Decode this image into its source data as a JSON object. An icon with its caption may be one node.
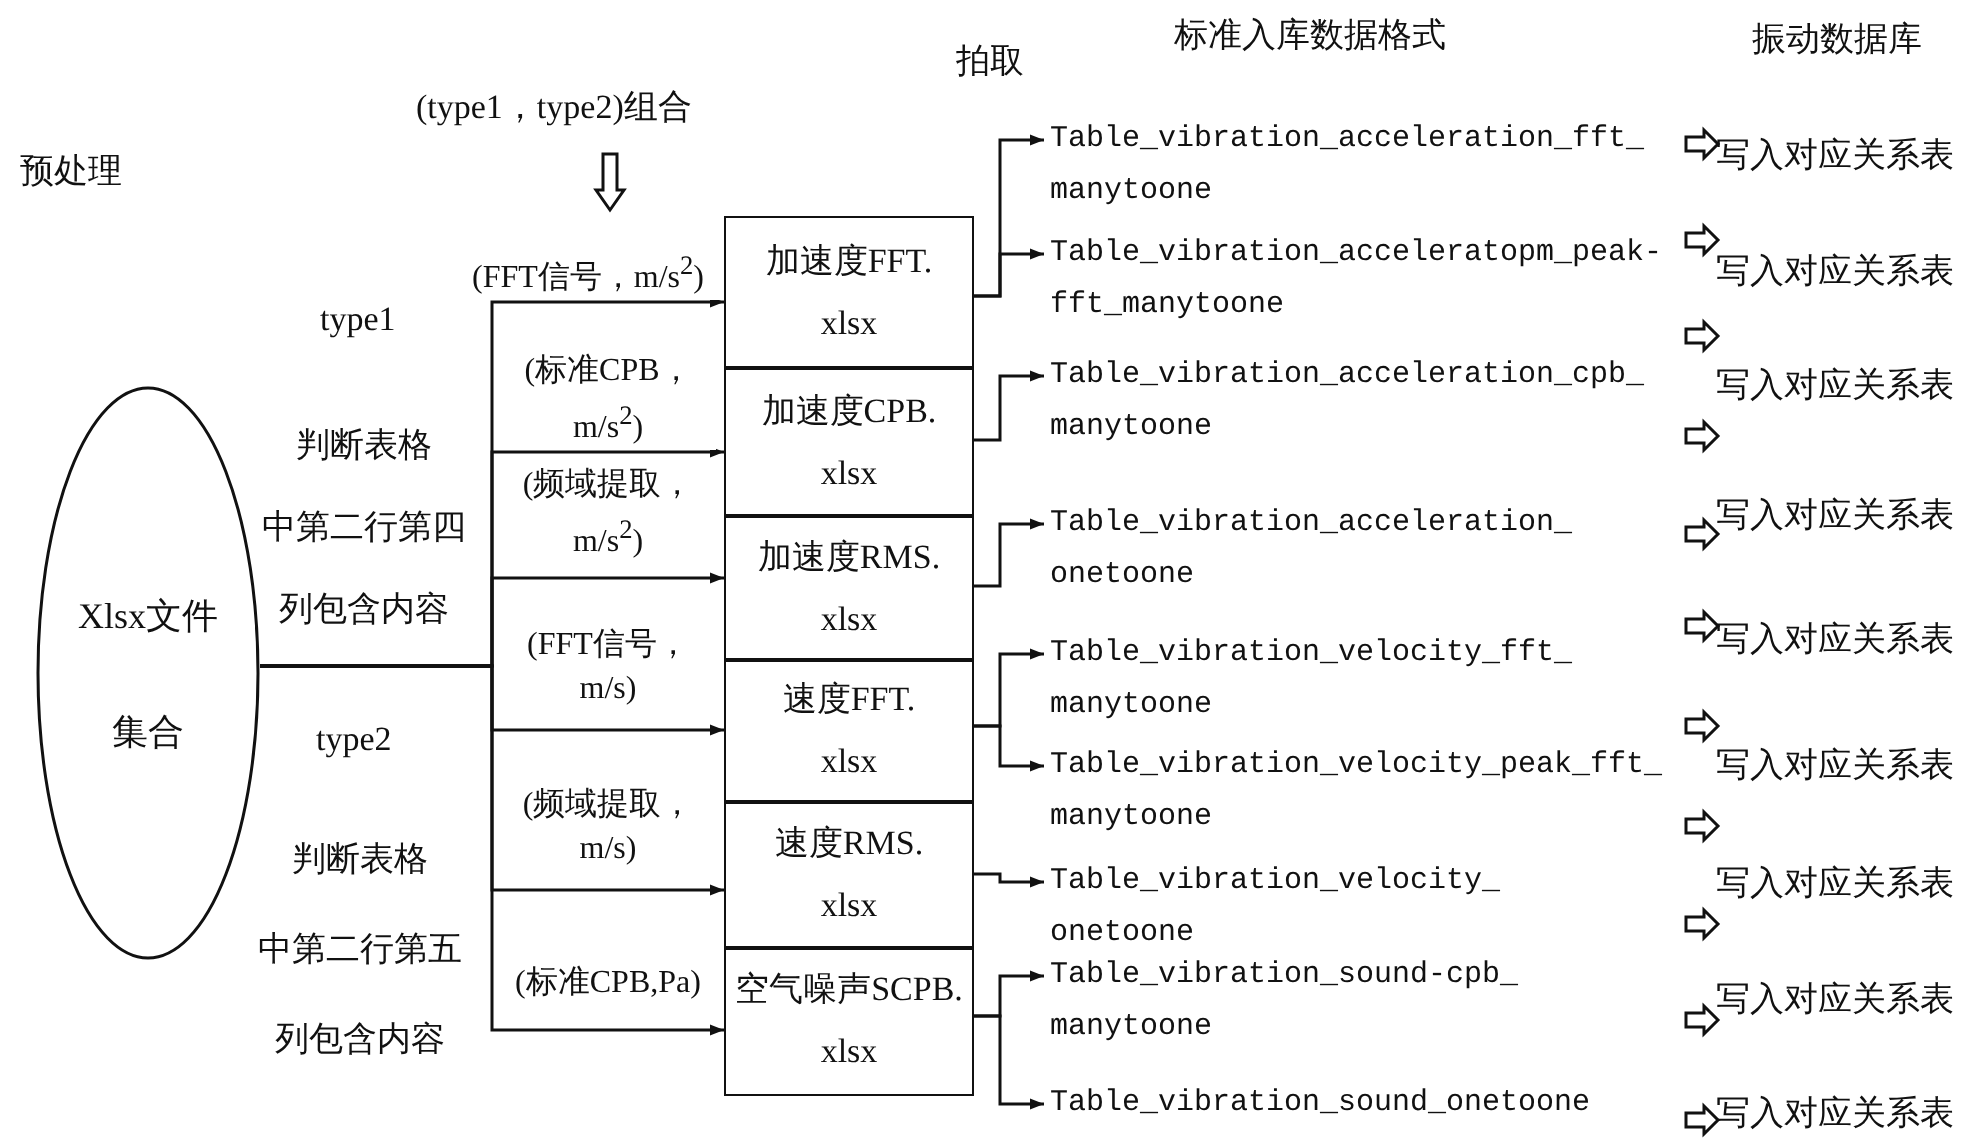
{
  "diagram": {
    "nodes": [
      {
        "text": [
          "Xlsx文件集合"
        ]
      },
      {
        "text": [
          "加速度FFT.xlsx"
        ]
      },
      {
        "text": [
          "加速度CPB.xlsx"
        ]
      },
      {
        "text": [
          "加速度RMS.xlsx"
        ]
      },
      {
        "text": [
          "速度FFT.xlsx"
        ]
      },
      {
        "text": [
          "速度RMS.xlsx"
        ]
      },
      {
        "text": [
          "空气噪声SCPB.xlsx"
        ]
      },
      {
        "text": [
          "Table_vibration_acceleration_fft_manytoone"
        ]
      },
      {
        "text": [
          "Table_vibration_acceleratopm_peak-fft_manytoone"
        ]
      },
      {
        "text": [
          "Table_vibration_acceleration_cpb_manytoone"
        ]
      },
      {
        "text": [
          "Table_vibration_acceleration_onetoone"
        ]
      },
      {
        "text": [
          "Table_vibration_velocity_fft_manytoone"
        ]
      },
      {
        "text": [
          "Table_vibration_velocity_peak_fft_manytoone"
        ]
      },
      {
        "text": [
          "Table_vibration_velocity_onetoone"
        ]
      },
      {
        "text": [
          "Table_vibration_sound-cpb_manytoone"
        ]
      },
      {
        "text": [
          "Table_vibration_sound_onetoone"
        ]
      }
    ],
    "edges": [
      {
        "from": 0,
        "to": 1,
        "arrow": "to",
        "label": "(FFT信号，m/s$^{2}$)"
      },
      {
        "from": 0,
        "to": 2,
        "arrow": "to",
        "label": "(标准CPB，m/s$^{2}$)"
      },
      {
        "from": 0,
        "to": 3,
        "arrow": "to",
        "label": "(频域提取，m/s$^{2}$)"
      },
      {
        "from": 0,
        "to": 4,
        "arrow": "to",
        "label": "(FFT信号，m/s)"
      },
      {
        "from": 0,
        "to": 5,
        "arrow": "to",
        "label": "(频域提取，m/s)"
      },
      {
        "from": 0,
        "to": 6,
        "arrow": "to",
        "label": "(标准CPB,Pa)"
      },
      {
        "from": 1,
        "to": 7,
        "arrow": "to"
      },
      {
        "from": 1,
        "to": 8,
        "arrow": "to"
      },
      {
        "from": 2,
        "to": 9,
        "arrow": "to"
      },
      {
        "from": 3,
        "to": 10,
        "arrow": "to"
      },
      {
        "from": 4,
        "to": 11,
        "arrow": "to"
      },
      {
        "from": 4,
        "to": 12,
        "arrow": "to"
      },
      {
        "from": 5,
        "to": 13,
        "arrow": "to"
      },
      {
        "from": 6,
        "to": 14,
        "arrow": "to"
      },
      {
        "from": 6,
        "to": 15,
        "arrow": "to"
      }
    ],
    "labels": [
      "标准入库数据格式",
      "振动数据库",
      "拍取",
      "(type1，type2)组合",
      "预处理",
      "type1",
      "判断表格中第二行第四列包含内容",
      "type2",
      "判断表格中第二行第五列包含内容",
      "写入对应关系表",
      "写入对应关系表",
      "写入对应关系表",
      "写入对应关系表",
      "写入对应关系表",
      "写入对应关系表",
      "写入对应关系表",
      "写入对应关系表",
      "写入对应关系表"
    ]
  }
}
